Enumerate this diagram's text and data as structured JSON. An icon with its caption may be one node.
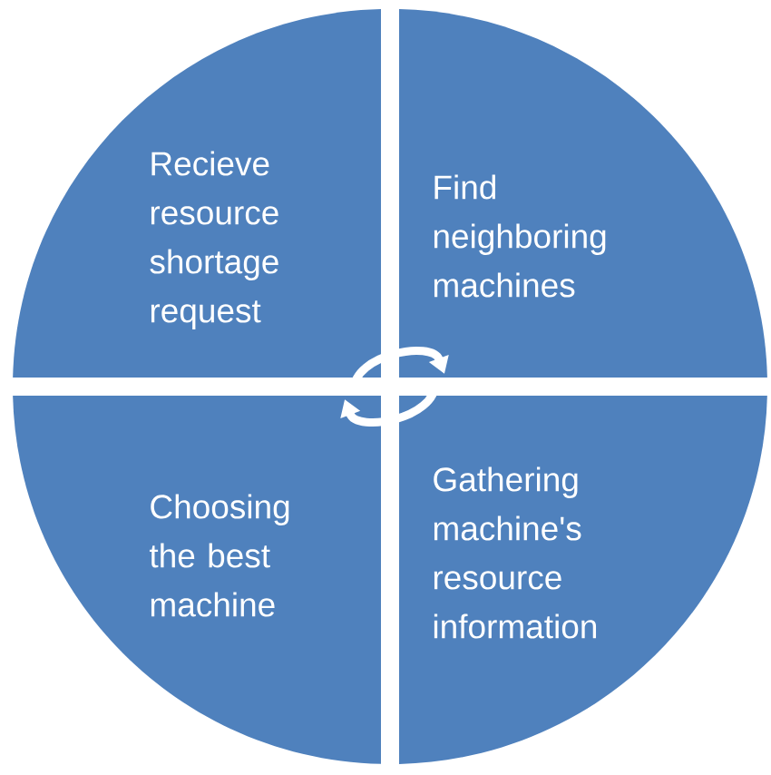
{
  "diagram": {
    "nodes": [
      {
        "text": [
          "Recieve resource shortage request"
        ]
      },
      {
        "text": [
          "Find neighboring machines"
        ]
      },
      {
        "text": [
          "Choosing the best machine"
        ]
      },
      {
        "text": [
          "Gathering machine's resource information"
        ]
      }
    ],
    "edges": [
      {
        "from": 0,
        "to": 1,
        "arrow": "to"
      },
      {
        "from": 3,
        "to": 2,
        "arrow": "to"
      }
    ]
  }
}
